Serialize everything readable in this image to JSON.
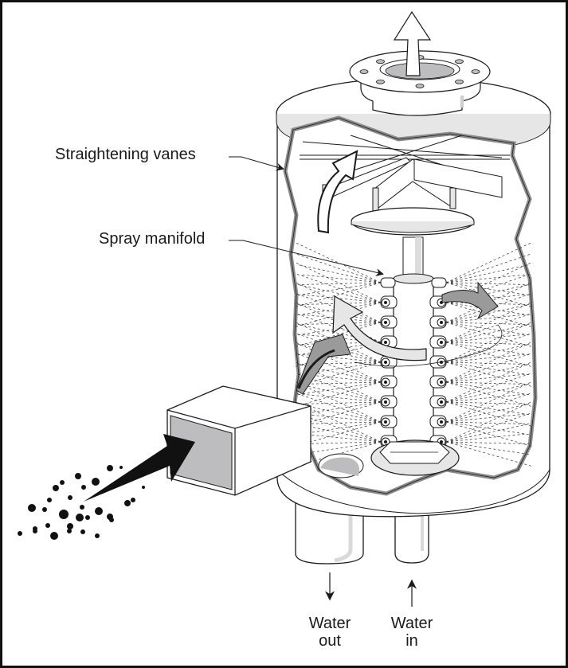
{
  "diagram": {
    "title": "",
    "subject": "Spray tower scrubber with straightening vanes",
    "labels": {
      "straightening_vanes": "Straightening vanes",
      "spray_manifold": "Spray manifold",
      "water_out_line1": "Water",
      "water_out_line2": "out",
      "water_in_line1": "Water",
      "water_in_line2": "in"
    },
    "flows": [
      {
        "name": "dirty-gas-inlet",
        "direction": "into inlet duct"
      },
      {
        "name": "clean-gas-outlet",
        "direction": "up through top flange"
      },
      {
        "name": "water-out",
        "direction": "down"
      },
      {
        "name": "water-in",
        "direction": "up"
      }
    ],
    "colors": {
      "line": "#1a1a1a",
      "wall_gray": "#8c8c8c",
      "fill_gray": "#bdbdbf",
      "light_fill": "#e6e6e6",
      "background": "#ffffff"
    }
  }
}
